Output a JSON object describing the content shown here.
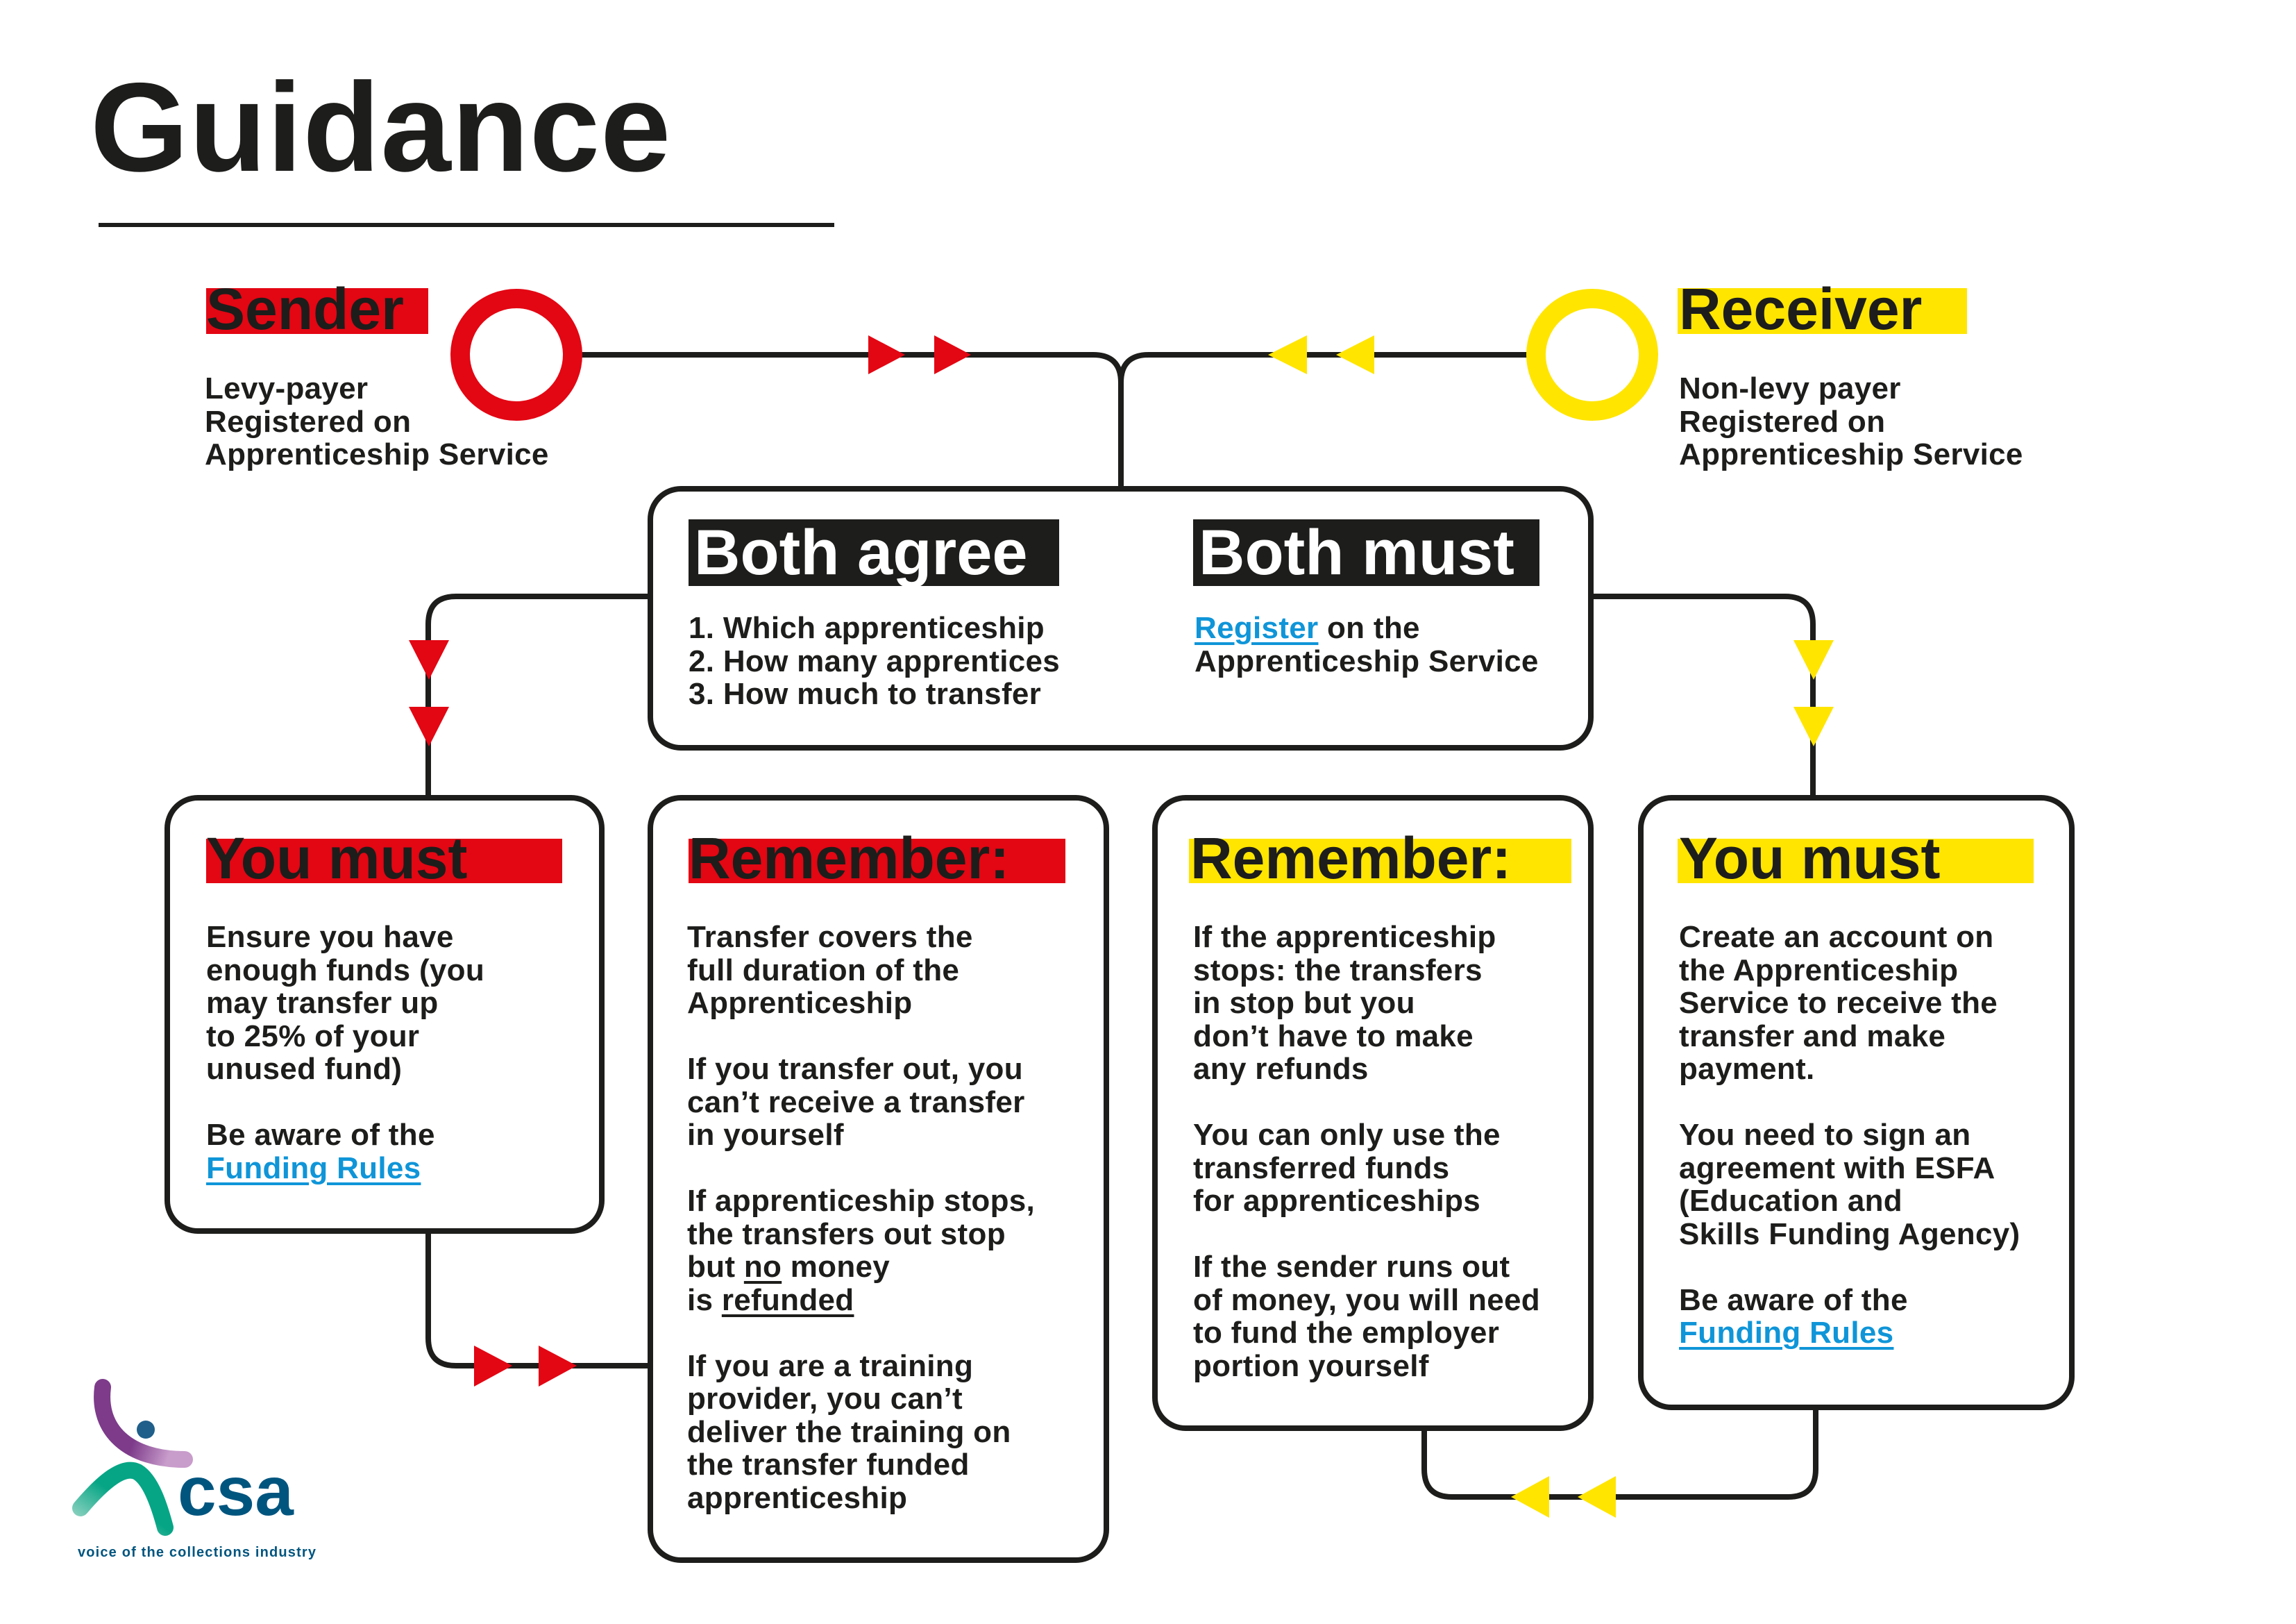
{
  "title": "Guidance",
  "colors": {
    "red": "#e30613",
    "yellow": "#ffe500",
    "ink": "#1d1d1b",
    "link": "#0f95d8",
    "logo_blue": "#00557f",
    "logo_purple": "#7d3b8a",
    "logo_green": "#05a585"
  },
  "sender": {
    "label": "Sender",
    "lines": [
      "Levy-payer",
      "Registered on",
      "Apprenticeship Service"
    ]
  },
  "receiver": {
    "label": "Receiver",
    "lines": [
      "Non-levy payer",
      "Registered on",
      "Apprenticeship Service"
    ]
  },
  "both_agree": {
    "label": "Both agree",
    "items": [
      "1. Which apprenticeship",
      "2. How many apprentices",
      "3. How much to transfer"
    ]
  },
  "both_must": {
    "label": "Both must",
    "link": "Register",
    "line1_rest": " on the",
    "line2": "Apprenticeship Service"
  },
  "boxes": [
    {
      "header": "You must",
      "paras": [
        [
          [
            "Ensure you have"
          ],
          [
            "enough funds (you"
          ],
          [
            "may transfer up"
          ],
          [
            "to 25% of your"
          ],
          [
            "unused fund)"
          ]
        ],
        [
          [
            "Be aware of the"
          ],
          [
            {
              "t": "Funding Rules",
              "c": "link"
            }
          ]
        ]
      ]
    },
    {
      "header": "Remember:",
      "paras": [
        [
          [
            "Transfer covers the"
          ],
          [
            "full duration of the"
          ],
          [
            "Apprenticeship"
          ]
        ],
        [
          [
            "If you transfer out, you"
          ],
          [
            "can’t receive a transfer"
          ],
          [
            "in yourself"
          ]
        ],
        [
          [
            "If apprenticeship stops,"
          ],
          [
            "the transfers out stop"
          ],
          [
            "but ",
            {
              "t": "no",
              "c": "ul"
            },
            " money"
          ],
          [
            "is ",
            {
              "t": "refunded",
              "c": "ul"
            }
          ]
        ],
        [
          [
            "If you are a training"
          ],
          [
            "provider, you can’t"
          ],
          [
            "deliver the training on"
          ],
          [
            "the transfer funded"
          ],
          [
            "apprenticeship"
          ]
        ]
      ]
    },
    {
      "header": "Remember:",
      "paras": [
        [
          [
            "If the apprenticeship"
          ],
          [
            "stops: the transfers"
          ],
          [
            "in stop but you"
          ],
          [
            "don’t have to make"
          ],
          [
            "any refunds"
          ]
        ],
        [
          [
            "You can only use the"
          ],
          [
            "transferred funds"
          ],
          [
            "for apprenticeships"
          ]
        ],
        [
          [
            "If the sender runs out"
          ],
          [
            "of money, you will need"
          ],
          [
            "to fund the employer"
          ],
          [
            "portion yourself"
          ]
        ]
      ]
    },
    {
      "header": "You must",
      "paras": [
        [
          [
            "Create an account on"
          ],
          [
            "the Apprenticeship"
          ],
          [
            "Service to receive the"
          ],
          [
            "transfer and make"
          ],
          [
            "payment."
          ]
        ],
        [
          [
            "You need to sign an"
          ],
          [
            "agreement with ESFA"
          ],
          [
            "(Education and"
          ],
          [
            "Skills Funding Agency)"
          ]
        ],
        [
          [
            "Be aware of the"
          ],
          [
            {
              "t": "Funding Rules",
              "c": "link"
            }
          ]
        ]
      ]
    }
  ],
  "logo": {
    "wordmark": "csa",
    "tagline": "voice of the collections industry"
  }
}
